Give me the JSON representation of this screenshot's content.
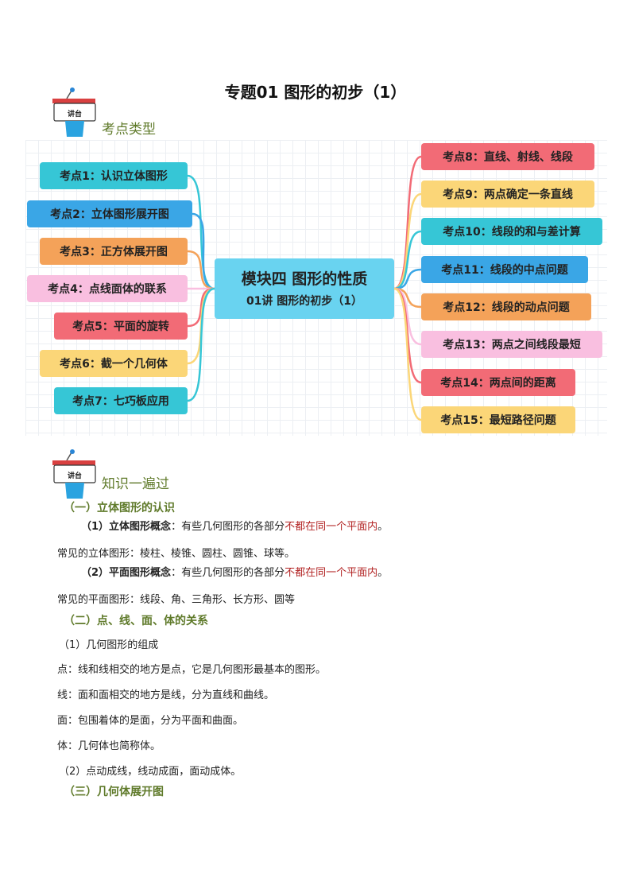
{
  "title": "专题01  图形的初步（1）",
  "sections": {
    "kaodian": "考点类型",
    "zhishi": "知识一遍过"
  },
  "podium_label": "讲台",
  "center": {
    "line1": "模块四  图形的性质",
    "line2": "01讲  图形的初步（1）"
  },
  "left_nodes": [
    {
      "label": "考点1：认识立体图形",
      "color": "#36c6d6"
    },
    {
      "label": "考点2：立体图形展开图",
      "color": "#3aa6e6"
    },
    {
      "label": "考点3：正方体展开图",
      "color": "#f4a259"
    },
    {
      "label": "考点4：点线面体的联系",
      "color": "#f9bfe0"
    },
    {
      "label": "考点5：平面的旋转",
      "color": "#f26b76"
    },
    {
      "label": "考点6：截一个几何体",
      "color": "#fbd678"
    },
    {
      "label": "考点7：七巧板应用",
      "color": "#36c6d6"
    }
  ],
  "right_nodes": [
    {
      "label": "考点8：直线、射线、线段",
      "color": "#f26b76"
    },
    {
      "label": "考点9：两点确定一条直线",
      "color": "#fbd678"
    },
    {
      "label": "考点10：线段的和与差计算",
      "color": "#36c6d6"
    },
    {
      "label": "考点11：线段的中点问题",
      "color": "#3aa6e6"
    },
    {
      "label": "考点12：线段的动点问题",
      "color": "#f4a259"
    },
    {
      "label": "考点13：两点之间线段最短",
      "color": "#f9bfe0"
    },
    {
      "label": "考点14：两点间的距离",
      "color": "#f26b76"
    },
    {
      "label": "考点15：最短路径问题",
      "color": "#fbd678"
    }
  ],
  "content": {
    "h1": "（一）立体图形的认识",
    "p1_num": "（1）",
    "p1_term": "立体图形概念",
    "p1_a": "：有些几何图形的各部分",
    "p1_red": "不都在",
    "p1_b": "同一个平面内",
    "p1_c": "。",
    "p2": "常见的立体图形：棱柱、棱锥、圆柱、圆锥、球等。",
    "p3_num": "（2）",
    "p3_term": "平面图形概念",
    "p3_a": "：有些几何图形的各部分",
    "p3_red": "不都在",
    "p3_b": "同一个平面内",
    "p3_c": "。",
    "p4": "常见的平面图形：线段、角、三角形、长方形、圆等",
    "h2": "（二）点、线、面、体的关系",
    "p5": "（1）几何图形的组成",
    "p6": "点：线和线相交的地方是点，它是几何图形最基本的图形。",
    "p7": "线：面和面相交的地方是线，分为直线和曲线。",
    "p8": "面：包围着体的是面，分为平面和曲面。",
    "p9": "体：几何体也简称体。",
    "p10": "（2）点动成线，线动成面，面动成体。",
    "h3": "（三）几何体展开图"
  }
}
